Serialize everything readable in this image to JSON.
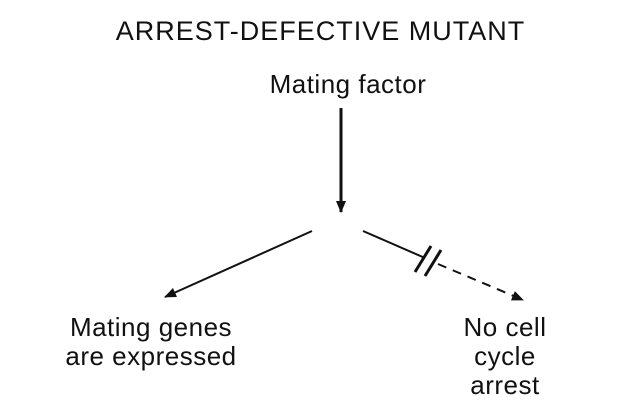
{
  "title": "ARREST-DEFECTIVE MUTANT",
  "nodes": {
    "top": "Mating factor",
    "left": [
      "Mating genes",
      "are expressed"
    ],
    "right": [
      "No cell",
      "cycle",
      "arrest"
    ]
  },
  "colors": {
    "ink": "#111111",
    "background": "#ffffff"
  }
}
